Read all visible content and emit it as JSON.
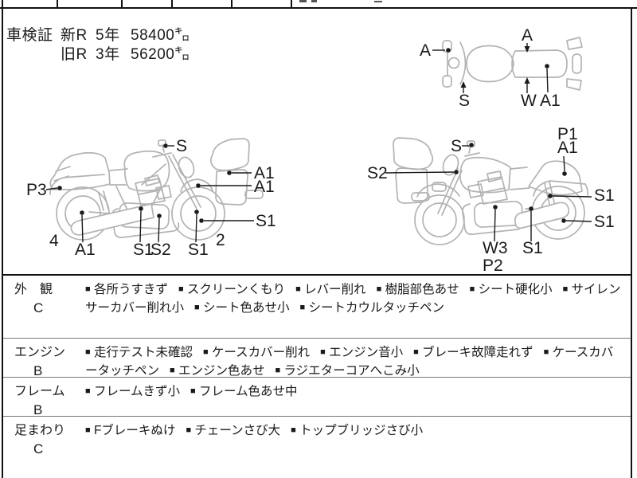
{
  "inspection": {
    "title": "車検証",
    "rows": [
      {
        "reg": "新R",
        "years": "5年",
        "odometer": "58400㌔"
      },
      {
        "reg": "旧R",
        "years": "3年",
        "odometer": "56200㌔"
      }
    ]
  },
  "diagrams": {
    "top_view": {
      "labels": [
        "A",
        "A",
        "S",
        "W",
        "A1"
      ]
    },
    "left_side": {
      "labels": [
        "S",
        "A1",
        "A1",
        "P3",
        "4",
        "A1",
        "S1",
        "S2",
        "S1",
        "2",
        "S1"
      ]
    },
    "right_side": {
      "labels": [
        "S",
        "S2",
        "P1",
        "A1",
        "S1",
        "S1",
        "W3",
        "P2",
        "S1"
      ]
    }
  },
  "assessment": {
    "bullet": "■",
    "rows": [
      {
        "category": "外　観",
        "grade": "C",
        "items": [
          "各所うすきず",
          "スクリーンくもり",
          "レバー削れ",
          "樹脂部色あせ",
          "シート硬化小",
          "サイレンサーカバー削れ小",
          "シート色あせ小",
          "シートカウルタッチペン"
        ]
      },
      {
        "category": "エンジン",
        "grade": "B",
        "items": [
          "走行テスト未確認",
          "ケースカバー削れ",
          "エンジン音小",
          "ブレーキ故障走れず",
          "ケースカバータッチペン",
          "エンジン色あせ",
          "ラジエターコアへこみ小"
        ]
      },
      {
        "category": "フレーム",
        "grade": "B",
        "items": [
          "フレームきず小",
          "フレーム色あせ中"
        ]
      },
      {
        "category": "足まわり",
        "grade": "C",
        "items": [
          "Fブレーキぬけ",
          "チェーンさび大",
          "トップブリッジさび小"
        ]
      }
    ]
  },
  "colors": {
    "ink": "#1a1a1a",
    "line_art": "#b3b3b3"
  }
}
